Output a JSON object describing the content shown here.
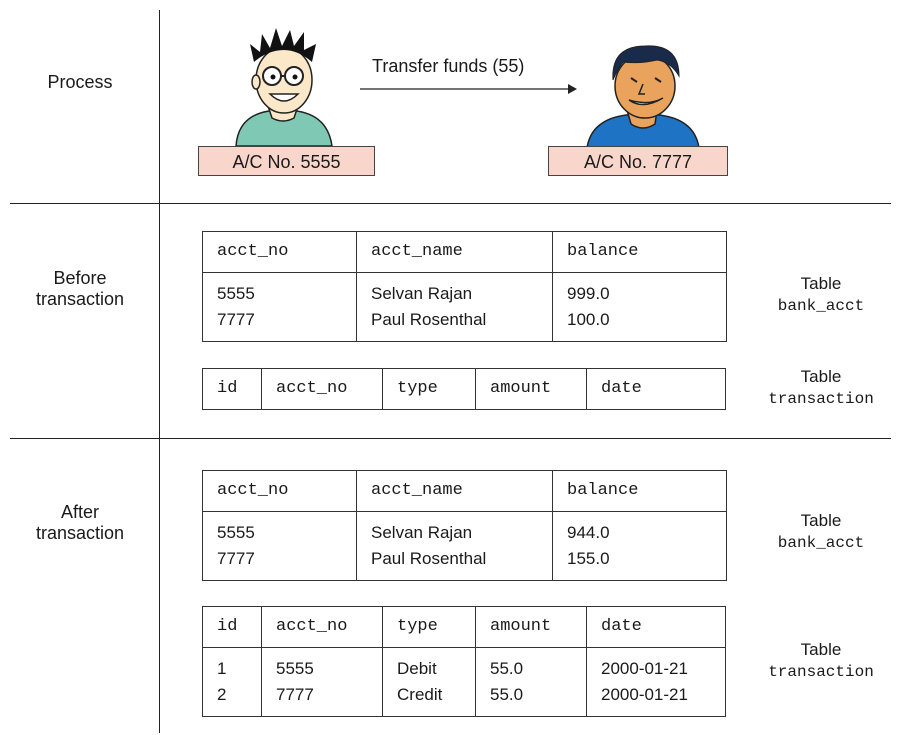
{
  "rows": {
    "process": "Process",
    "before": [
      "Before",
      "transaction"
    ],
    "after": [
      "After",
      "transaction"
    ]
  },
  "process": {
    "arrow_label": "Transfer funds (55)",
    "left_account": "A/C No. 5555",
    "right_account": "A/C No. 7777"
  },
  "table_label_word": "Table",
  "bank_acct_name": "bank_acct",
  "transaction_name": "transaction",
  "bank_acct_columns": [
    "acct_no",
    "acct_name",
    "balance"
  ],
  "transaction_columns": [
    "id",
    "acct_no",
    "type",
    "amount",
    "date"
  ],
  "before": {
    "bank_acct": [
      [
        "5555",
        "Selvan Rajan",
        "999.0"
      ],
      [
        "7777",
        "Paul Rosenthal",
        "100.0"
      ]
    ],
    "transaction": []
  },
  "after": {
    "bank_acct": [
      [
        "5555",
        "Selvan Rajan",
        "944.0"
      ],
      [
        "7777",
        "Paul Rosenthal",
        "155.0"
      ]
    ],
    "transaction": [
      [
        "1",
        "5555",
        "Debit",
        "55.0",
        "2000-01-21"
      ],
      [
        "2",
        "7777",
        "Credit",
        "55.0",
        "2000-01-21"
      ]
    ]
  },
  "colors": {
    "account_box": "#f8d6cb",
    "left_person_shirt": "#7fc9b4",
    "right_person_shirt": "#1f73c4",
    "right_person_skin": "#e9a35c",
    "left_person_skin": "#fbe8c8"
  },
  "icons": [
    "person-glasses-icon",
    "person-smiling-icon",
    "arrow-right-icon"
  ]
}
